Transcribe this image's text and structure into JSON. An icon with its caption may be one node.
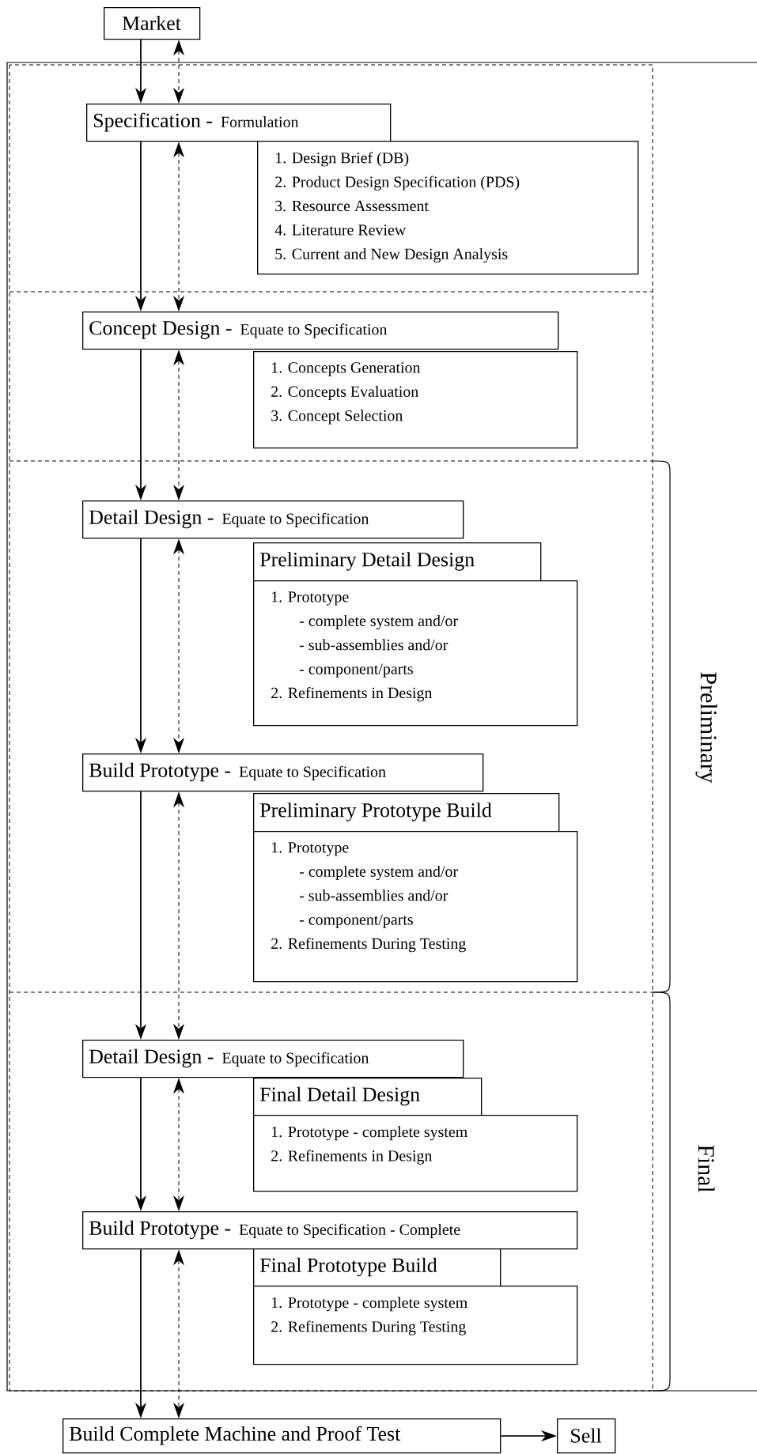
{
  "diagram": {
    "nodes": [
      {
        "text": [
          "Market"
        ]
      },
      {
        "text": [
          "Specification -",
          "Formulation"
        ]
      },
      {
        "text": [
          "1. Design Brief (DB)",
          "2. Product Design Specification (PDS)",
          "3. Resource Assessment",
          "4. Literature Review",
          "5. Current and New Design Analysis"
        ]
      },
      {
        "text": [
          "Concept Design -",
          "Equate to Specification"
        ]
      },
      {
        "text": [
          "1. Concepts Generation",
          "2. Concepts Evaluation",
          "3. Concept Selection"
        ]
      },
      {
        "text": [
          "Detail Design -",
          "Equate to Specification"
        ]
      },
      {
        "text": [
          "Preliminary Detail Design"
        ]
      },
      {
        "text": [
          "1. Prototype",
          "- complete system and/or",
          "- sub-assemblies and/or",
          "- component/parts",
          "2. Refinements in Design"
        ]
      },
      {
        "text": [
          "Build Prototype -",
          "Equate to Specification"
        ]
      },
      {
        "text": [
          "Preliminary Prototype Build"
        ]
      },
      {
        "text": [
          "1. Prototype",
          "- complete system and/or",
          "- sub-assemblies and/or",
          "- component/parts",
          "2. Refinements During Testing"
        ]
      },
      {
        "text": [
          "Detail Design -",
          "Equate to Specification"
        ]
      },
      {
        "text": [
          "Final Detail Design"
        ]
      },
      {
        "text": [
          "1. Prototype - complete system",
          "2. Refinements in Design"
        ]
      },
      {
        "text": [
          "Build Prototype -",
          "Equate to Specification - Complete"
        ]
      },
      {
        "text": [
          "Final Prototype Build"
        ]
      },
      {
        "text": [
          "1. Prototype - complete system",
          "2. Refinements During Testing"
        ]
      },
      {
        "text": [
          "Build Complete Machine and Proof Test"
        ]
      },
      {
        "text": [
          "Sell"
        ]
      }
    ],
    "edges": [
      {
        "from": 0,
        "to": 1,
        "arrow": "to"
      },
      {
        "from": 0,
        "to": 1,
        "arrow": "both",
        "style": "dashed"
      },
      {
        "from": 1,
        "to": 3,
        "arrow": "to"
      },
      {
        "from": 1,
        "to": 3,
        "arrow": "both",
        "style": "dashed"
      },
      {
        "from": 3,
        "to": 5,
        "arrow": "to"
      },
      {
        "from": 3,
        "to": 5,
        "arrow": "both",
        "style": "dashed"
      },
      {
        "from": 5,
        "to": 8,
        "arrow": "to"
      },
      {
        "from": 5,
        "to": 8,
        "arrow": "both",
        "style": "dashed"
      },
      {
        "from": 8,
        "to": 11,
        "arrow": "to"
      },
      {
        "from": 8,
        "to": 11,
        "arrow": "both",
        "style": "dashed"
      },
      {
        "from": 11,
        "to": 14,
        "arrow": "to"
      },
      {
        "from": 11,
        "to": 14,
        "arrow": "both",
        "style": "dashed"
      },
      {
        "from": 14,
        "to": 17,
        "arrow": "to"
      },
      {
        "from": 14,
        "to": 17,
        "arrow": "both",
        "style": "dashed"
      },
      {
        "from": 17,
        "to": 18,
        "arrow": "to"
      }
    ],
    "labels": [
      "Preliminary",
      "Final"
    ]
  }
}
